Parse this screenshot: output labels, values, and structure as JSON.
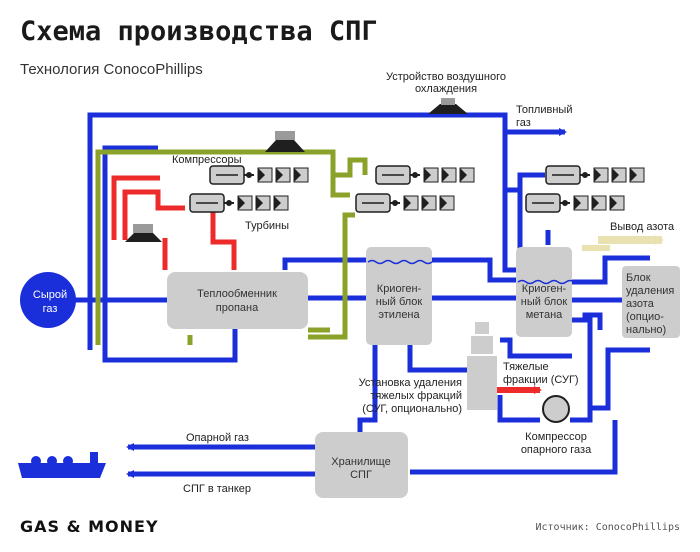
{
  "title": "Схема производства СПГ",
  "subtitle": "Технология ConocoPhillips",
  "labels": {
    "air_cooling_1": "Устройство воздушного",
    "air_cooling_2": "охлаждения",
    "fuel_gas_1": "Топливный",
    "fuel_gas_2": "газ",
    "compressors": "Компрессоры",
    "turbines": "Турбины",
    "nitrogen_out": "Вывод азота",
    "raw_gas_1": "Сырой",
    "raw_gas_2": "газ",
    "propane_hx_1": "Теплообменник",
    "propane_hx_2": "пропана",
    "ethylene_1": "Криоген-",
    "ethylene_2": "ный блок",
    "ethylene_3": "этилена",
    "methane_1": "Криоген-",
    "methane_2": "ный блок",
    "methane_3": "метана",
    "nitrogen_1": "Блок",
    "nitrogen_2": "удаления",
    "nitrogen_3": "азота",
    "nitrogen_4": "(опцио-",
    "nitrogen_5": "нально)",
    "heavy_fr_1": "Тяжелые",
    "heavy_fr_2": "фракции (СУГ)",
    "heavy_removal_1": "Установка удаления",
    "heavy_removal_2": "тяжелых фракций",
    "heavy_removal_3": "(СУГ, опционально)",
    "boiloff_gas": "Опарной газ",
    "boiloff_comp_1": "Компрессор",
    "boiloff_comp_2": "опарного газа",
    "storage_1": "Хранилище",
    "storage_2": "СПГ",
    "lng_tanker": "СПГ в танкер"
  },
  "footer": {
    "logo": "GAS & MONEY",
    "source": "Источник: ConocoPhillips"
  },
  "colors": {
    "blue": "#1a2fd9",
    "green": "#8aa229",
    "red": "#ee2b2b",
    "gray": "#cdcdcd",
    "dark": "#1f1f1f"
  }
}
